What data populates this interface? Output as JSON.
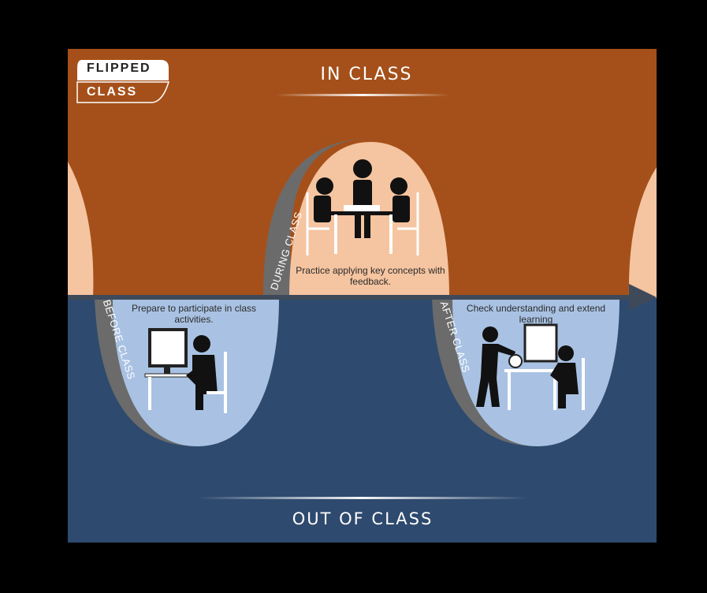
{
  "badge": {
    "line1": "FLIPPED",
    "line2": "CLASS"
  },
  "zones": {
    "top": "IN CLASS",
    "bottom": "OUT OF CLASS"
  },
  "phases": {
    "before": {
      "label": "BEFORE CLASS",
      "text": "Prepare to participate in class activities."
    },
    "during": {
      "label": "DURING CLASS",
      "text": "Practice applying key concepts with feedback."
    },
    "after": {
      "label": "AFTER CLASS",
      "text": "Check understanding and extend learning"
    }
  },
  "colors": {
    "in_class": "#a5501a",
    "out_class": "#2e4a6e",
    "in_bubble": "#f5c4a0",
    "out_bubble": "#a9c2e3",
    "arrow": "#3e4a5a"
  }
}
